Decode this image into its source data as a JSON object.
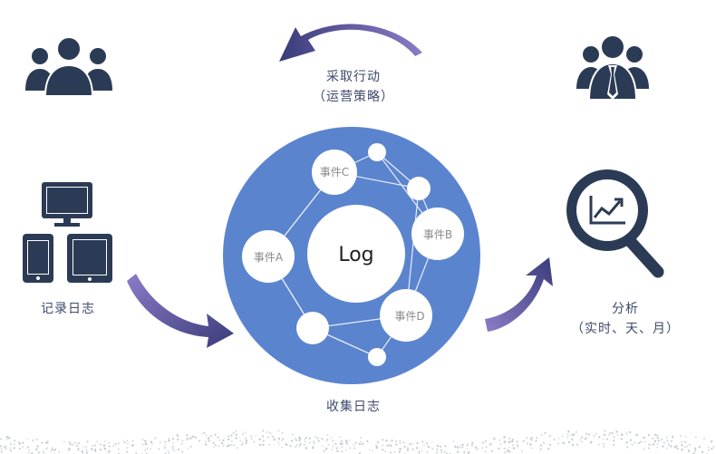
{
  "top_arrow": {
    "line1": "采取行动",
    "line2": "（运营策略）"
  },
  "left": {
    "label": "记录日志"
  },
  "right": {
    "line1": "分析",
    "line2": "（实时、天、月）"
  },
  "bottom": {
    "label": "收集日志"
  },
  "center": {
    "title": "Log"
  },
  "nodes": {
    "event_a": "事件A",
    "event_b": "事件B",
    "event_c": "事件C",
    "event_d": "事件D"
  },
  "icons": {
    "top_left": "user-group-icon",
    "top_right": "business-group-icon",
    "devices": "devices-icon",
    "analytics": "magnifier-chart-icon"
  },
  "colors": {
    "hub": "#5b84cf",
    "arrow": "#4d4f8a",
    "icon": "#2c3b55"
  }
}
